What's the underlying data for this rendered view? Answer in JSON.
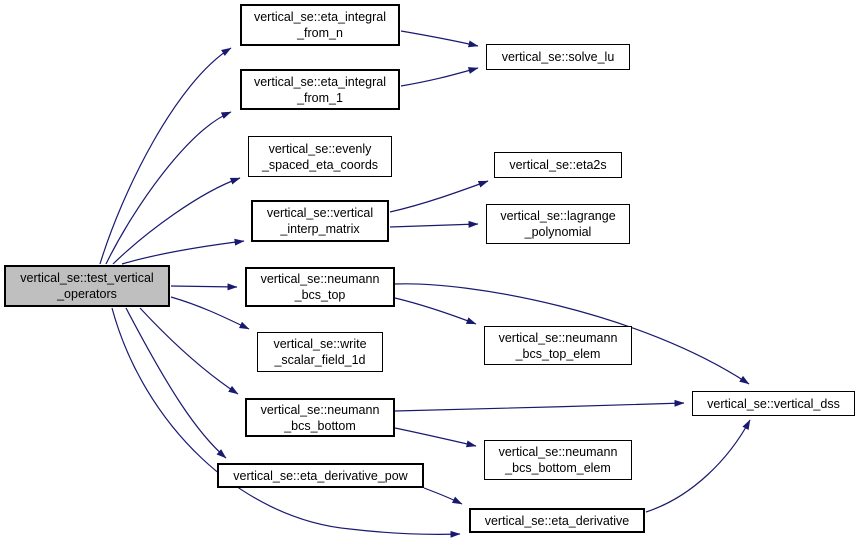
{
  "diagram": {
    "type": "call-graph",
    "background_color": "#ffffff",
    "edge_color": "#191970",
    "node_border_color": "#000000",
    "node_fill_color": "#ffffff",
    "highlight_fill_color": "#bfbfbf",
    "text_color": "#000000"
  },
  "graph": {
    "nodes": {
      "test_vertical_operators": {
        "label": "vertical_se::test_vertical\n_operators",
        "highlighted": true
      },
      "eta_integral_from_n": {
        "label": "vertical_se::eta_integral\n_from_n",
        "highlighted": false
      },
      "eta_integral_from_1": {
        "label": "vertical_se::eta_integral\n_from_1",
        "highlighted": false
      },
      "evenly_spaced_eta_coords": {
        "label": "vertical_se::evenly\n_spaced_eta_coords",
        "highlighted": false
      },
      "vertical_interp_matrix": {
        "label": "vertical_se::vertical\n_interp_matrix",
        "highlighted": false
      },
      "neumann_bcs_top": {
        "label": "vertical_se::neumann\n_bcs_top",
        "highlighted": false
      },
      "write_scalar_field_1d": {
        "label": "vertical_se::write\n_scalar_field_1d",
        "highlighted": false
      },
      "neumann_bcs_bottom": {
        "label": "vertical_se::neumann\n_bcs_bottom",
        "highlighted": false
      },
      "eta_derivative_pow": {
        "label": "vertical_se::eta_derivative_pow",
        "highlighted": false
      },
      "solve_lu": {
        "label": "vertical_se::solve_lu",
        "highlighted": false
      },
      "eta2s": {
        "label": "vertical_se::eta2s",
        "highlighted": false
      },
      "lagrange_polynomial": {
        "label": "vertical_se::lagrange\n_polynomial",
        "highlighted": false
      },
      "neumann_bcs_top_elem": {
        "label": "vertical_se::neumann\n_bcs_top_elem",
        "highlighted": false
      },
      "neumann_bcs_bottom_elem": {
        "label": "vertical_se::neumann\n_bcs_bottom_elem",
        "highlighted": false
      },
      "eta_derivative": {
        "label": "vertical_se::eta_derivative",
        "highlighted": false
      },
      "vertical_dss": {
        "label": "vertical_se::vertical_dss",
        "highlighted": false
      }
    },
    "edges": [
      {
        "from": "test_vertical_operators",
        "to": "eta_integral_from_n"
      },
      {
        "from": "test_vertical_operators",
        "to": "eta_integral_from_1"
      },
      {
        "from": "test_vertical_operators",
        "to": "evenly_spaced_eta_coords"
      },
      {
        "from": "test_vertical_operators",
        "to": "vertical_interp_matrix"
      },
      {
        "from": "test_vertical_operators",
        "to": "neumann_bcs_top"
      },
      {
        "from": "test_vertical_operators",
        "to": "write_scalar_field_1d"
      },
      {
        "from": "test_vertical_operators",
        "to": "neumann_bcs_bottom"
      },
      {
        "from": "test_vertical_operators",
        "to": "eta_derivative_pow"
      },
      {
        "from": "test_vertical_operators",
        "to": "eta_derivative"
      },
      {
        "from": "eta_integral_from_n",
        "to": "solve_lu"
      },
      {
        "from": "eta_integral_from_1",
        "to": "solve_lu"
      },
      {
        "from": "vertical_interp_matrix",
        "to": "eta2s"
      },
      {
        "from": "vertical_interp_matrix",
        "to": "lagrange_polynomial"
      },
      {
        "from": "neumann_bcs_top",
        "to": "neumann_bcs_top_elem"
      },
      {
        "from": "neumann_bcs_top",
        "to": "vertical_dss"
      },
      {
        "from": "neumann_bcs_bottom",
        "to": "neumann_bcs_bottom_elem"
      },
      {
        "from": "neumann_bcs_bottom",
        "to": "vertical_dss"
      },
      {
        "from": "eta_derivative_pow",
        "to": "eta_derivative"
      },
      {
        "from": "eta_derivative",
        "to": "vertical_dss"
      }
    ]
  }
}
